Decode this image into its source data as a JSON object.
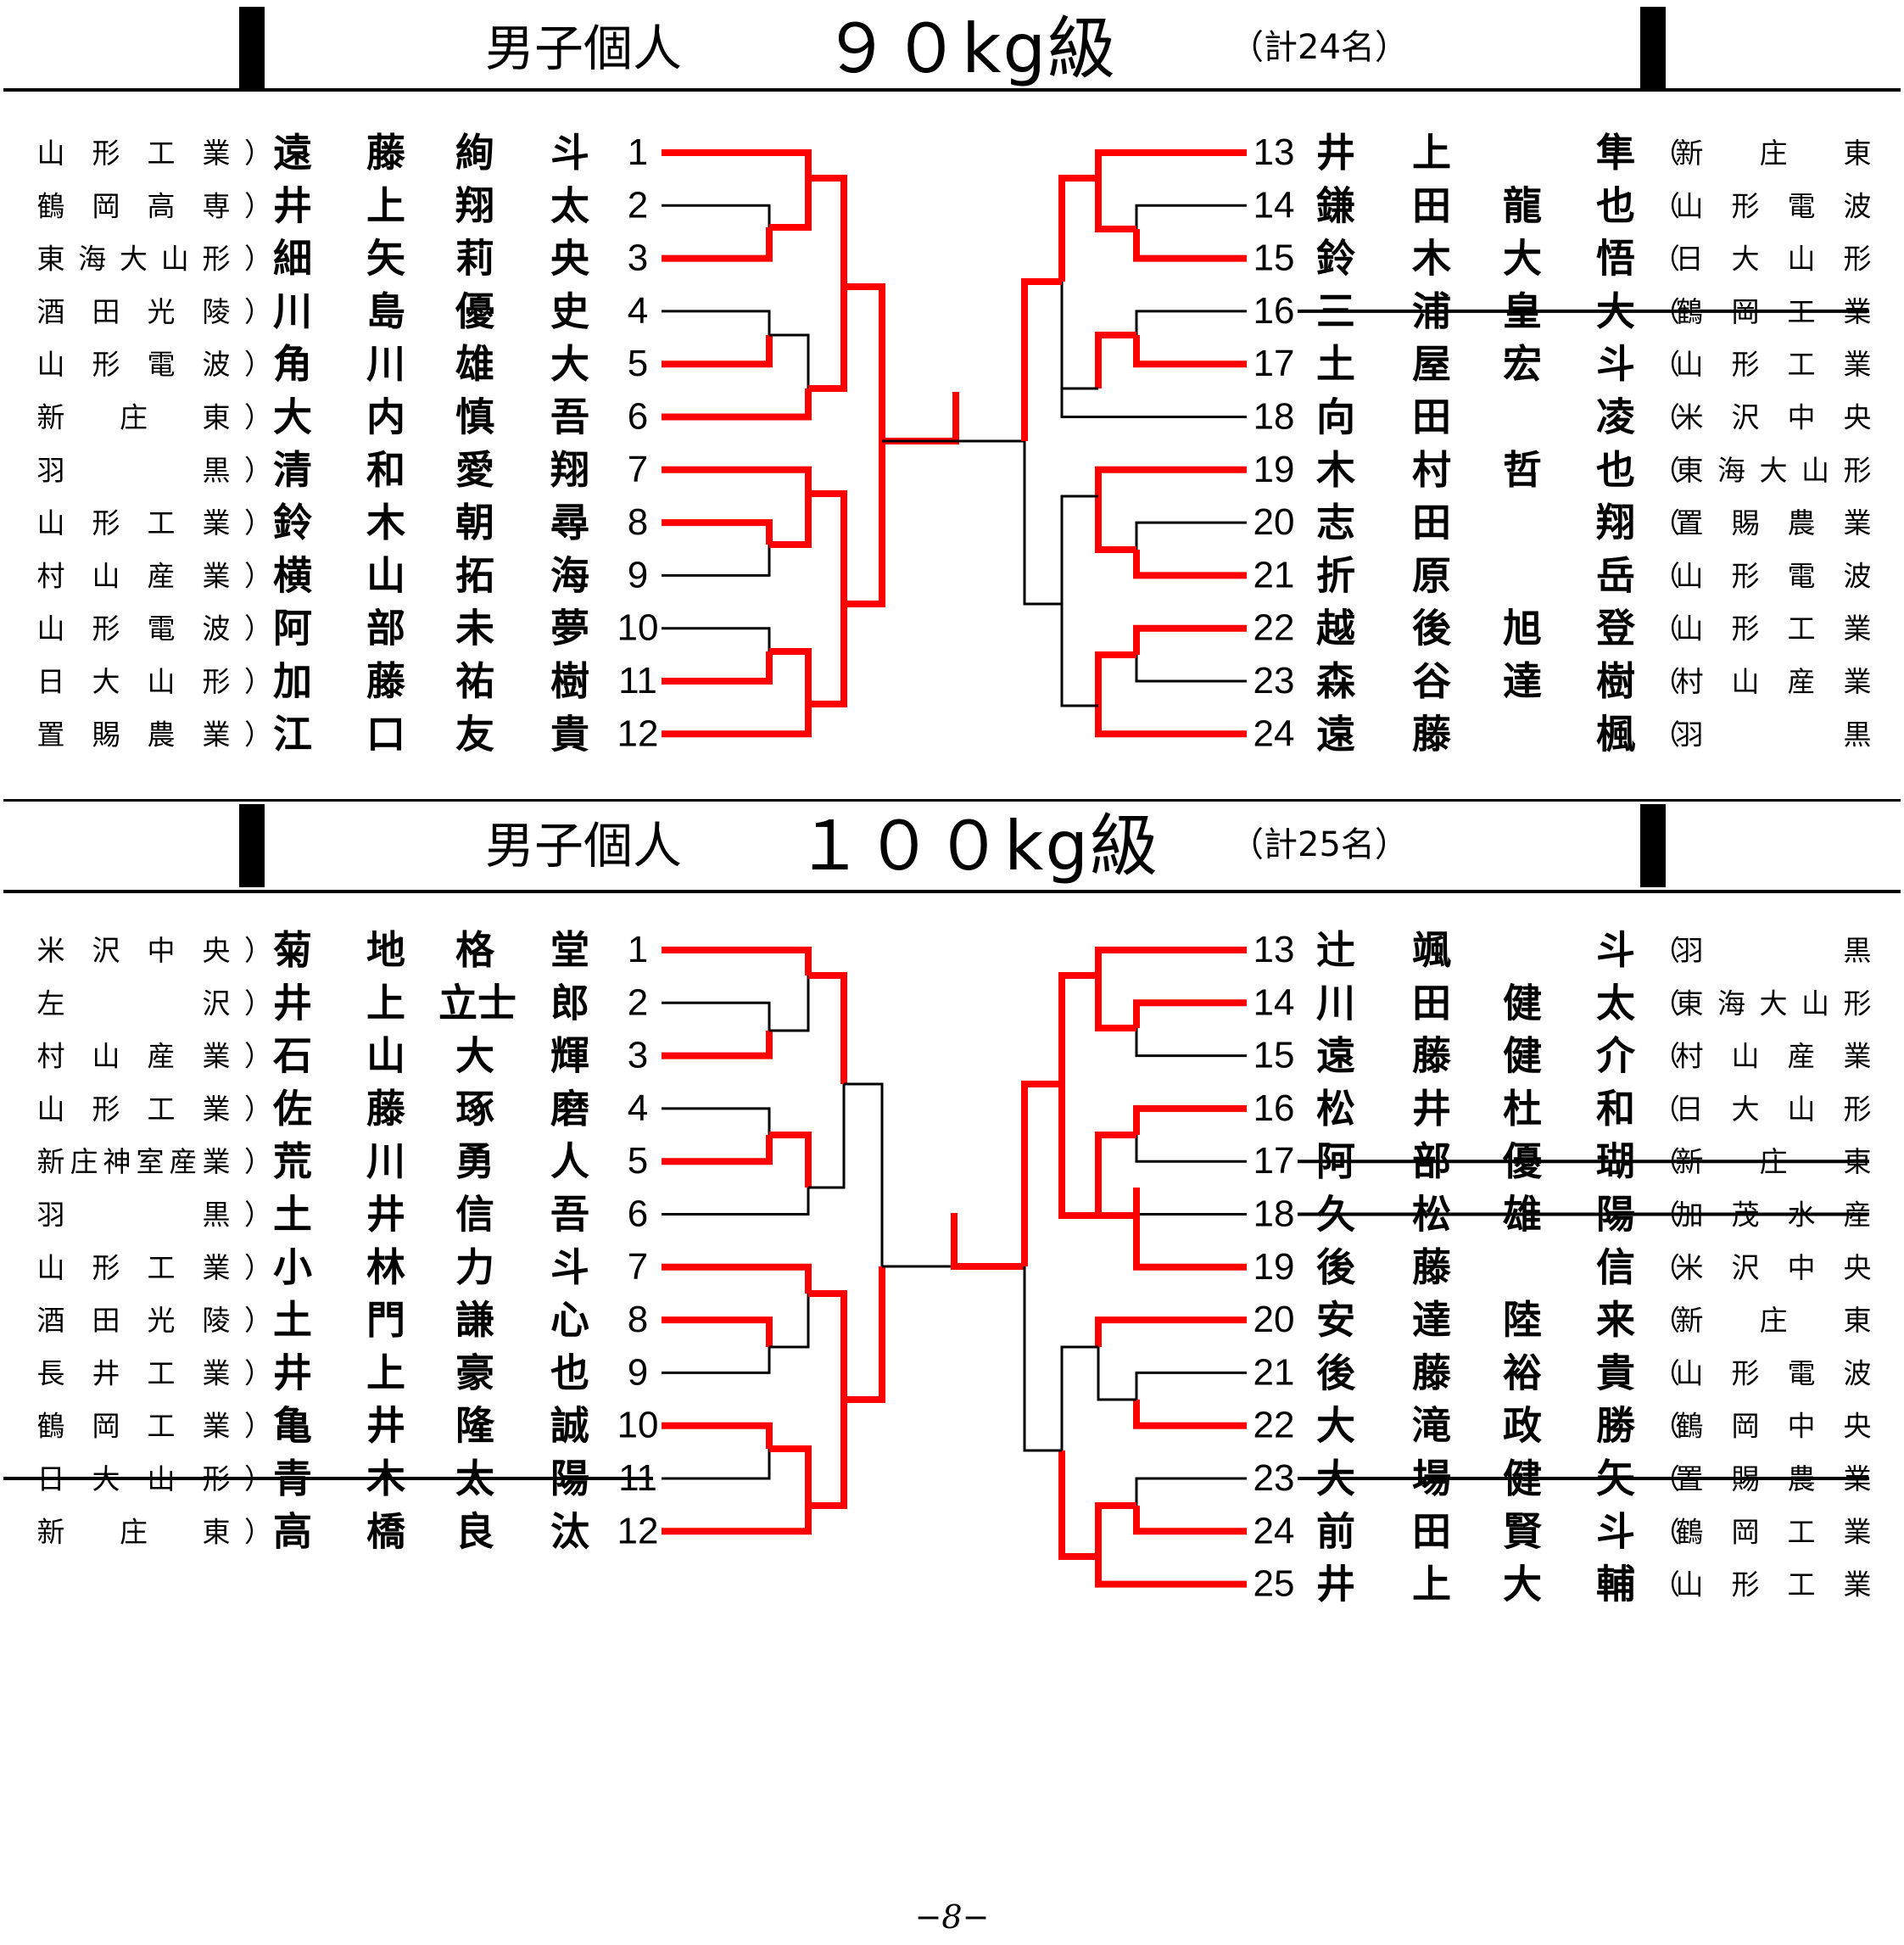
{
  "page_number": "−8−",
  "colors": {
    "winner_line": "#ff0000",
    "line": "#000000"
  },
  "brackets": [
    {
      "event": "男子個人",
      "weight": "９０kg級",
      "count": "（計24名）",
      "left": [
        {
          "num": "1",
          "school": "山形工業",
          "name": "遠藤絢斗",
          "withdrawn": false
        },
        {
          "num": "2",
          "school": "鶴岡高専",
          "name": "井上翔太",
          "withdrawn": false
        },
        {
          "num": "3",
          "school": "東海大山形",
          "name": "細矢莉央",
          "withdrawn": false
        },
        {
          "num": "4",
          "school": "酒田光陵",
          "name": "川島優史",
          "withdrawn": false
        },
        {
          "num": "5",
          "school": "山形電波",
          "name": "角川雄大",
          "withdrawn": false
        },
        {
          "num": "6",
          "school": "新庄東",
          "name": "大内慎吾",
          "withdrawn": false
        },
        {
          "num": "7",
          "school": "羽黒",
          "name": "清和愛翔",
          "withdrawn": false
        },
        {
          "num": "8",
          "school": "山形工業",
          "name": "鈴木朝尋",
          "withdrawn": false
        },
        {
          "num": "9",
          "school": "村山産業",
          "name": "横山拓海",
          "withdrawn": false
        },
        {
          "num": "10",
          "school": "山形電波",
          "name": "阿部未夢",
          "withdrawn": false
        },
        {
          "num": "11",
          "school": "日大山形",
          "name": "加藤祐樹",
          "withdrawn": false
        },
        {
          "num": "12",
          "school": "置賜農業",
          "name": "江口友貴",
          "withdrawn": false
        }
      ],
      "right": [
        {
          "num": "13",
          "name": "井上隼",
          "school": "新庄東",
          "withdrawn": false
        },
        {
          "num": "14",
          "name": "鎌田龍也",
          "school": "山形電波",
          "withdrawn": false
        },
        {
          "num": "15",
          "name": "鈴木大悟",
          "school": "日大山形",
          "withdrawn": false
        },
        {
          "num": "16",
          "name": "三浦皇大",
          "school": "鶴岡工業",
          "withdrawn": true
        },
        {
          "num": "17",
          "name": "土屋宏斗",
          "school": "山形工業",
          "withdrawn": false
        },
        {
          "num": "18",
          "name": "向田凌",
          "school": "米沢中央",
          "withdrawn": false
        },
        {
          "num": "19",
          "name": "木村哲也",
          "school": "東海大山形",
          "withdrawn": false
        },
        {
          "num": "20",
          "name": "志田翔",
          "school": "置賜農業",
          "withdrawn": false
        },
        {
          "num": "21",
          "name": "折原岳",
          "school": "山形電波",
          "withdrawn": false
        },
        {
          "num": "22",
          "name": "越後旭登",
          "school": "山形工業",
          "withdrawn": false
        },
        {
          "num": "23",
          "name": "森谷達樹",
          "school": "村山産業",
          "withdrawn": false
        },
        {
          "num": "24",
          "name": "遠藤楓",
          "school": "羽黒",
          "withdrawn": false
        }
      ]
    },
    {
      "event": "男子個人",
      "weight": "１００kg級",
      "count": "（計25名）",
      "left": [
        {
          "num": "1",
          "school": "米沢中央",
          "name": "菊地格堂",
          "withdrawn": false
        },
        {
          "num": "2",
          "school": "左沢",
          "name": "井上立士郎",
          "withdrawn": false
        },
        {
          "num": "3",
          "school": "村山産業",
          "name": "石山大輝",
          "withdrawn": false
        },
        {
          "num": "4",
          "school": "山形工業",
          "name": "佐藤琢磨",
          "withdrawn": false
        },
        {
          "num": "5",
          "school": "新庄神室産業",
          "name": "荒川勇人",
          "withdrawn": false
        },
        {
          "num": "6",
          "school": "羽黒",
          "name": "土井信吾",
          "withdrawn": false
        },
        {
          "num": "7",
          "school": "山形工業",
          "name": "小林力斗",
          "withdrawn": false
        },
        {
          "num": "8",
          "school": "酒田光陵",
          "name": "土門謙心",
          "withdrawn": false
        },
        {
          "num": "9",
          "school": "長井工業",
          "name": "井上豪也",
          "withdrawn": false
        },
        {
          "num": "10",
          "school": "鶴岡工業",
          "name": "亀井隆誠",
          "withdrawn": false
        },
        {
          "num": "11",
          "school": "日大山形",
          "name": "青木太陽",
          "withdrawn": true
        },
        {
          "num": "12",
          "school": "新庄東",
          "name": "高橋良汰",
          "withdrawn": false
        }
      ],
      "right": [
        {
          "num": "13",
          "name": "辻颯斗",
          "school": "羽黒",
          "withdrawn": false
        },
        {
          "num": "14",
          "name": "川田健太",
          "school": "東海大山形",
          "withdrawn": false
        },
        {
          "num": "15",
          "name": "遠藤健介",
          "school": "村山産業",
          "withdrawn": false
        },
        {
          "num": "16",
          "name": "松井杜和",
          "school": "日大山形",
          "withdrawn": false
        },
        {
          "num": "17",
          "name": "阿部優瑚",
          "school": "新庄東",
          "withdrawn": true
        },
        {
          "num": "18",
          "name": "久松雄陽",
          "school": "加茂水産",
          "withdrawn": true
        },
        {
          "num": "19",
          "name": "後藤信",
          "school": "米沢中央",
          "withdrawn": false
        },
        {
          "num": "20",
          "name": "安達陸来",
          "school": "新庄東",
          "withdrawn": false
        },
        {
          "num": "21",
          "name": "後藤裕貴",
          "school": "山形電波",
          "withdrawn": false
        },
        {
          "num": "22",
          "name": "大滝政勝",
          "school": "鶴岡中央",
          "withdrawn": false
        },
        {
          "num": "23",
          "name": "大場健矢",
          "school": "置賜農業",
          "withdrawn": true
        },
        {
          "num": "24",
          "name": "前田賢斗",
          "school": "鶴岡工業",
          "withdrawn": false
        },
        {
          "num": "25",
          "name": "井上大輔",
          "school": "山形工業",
          "withdrawn": false
        }
      ]
    }
  ]
}
